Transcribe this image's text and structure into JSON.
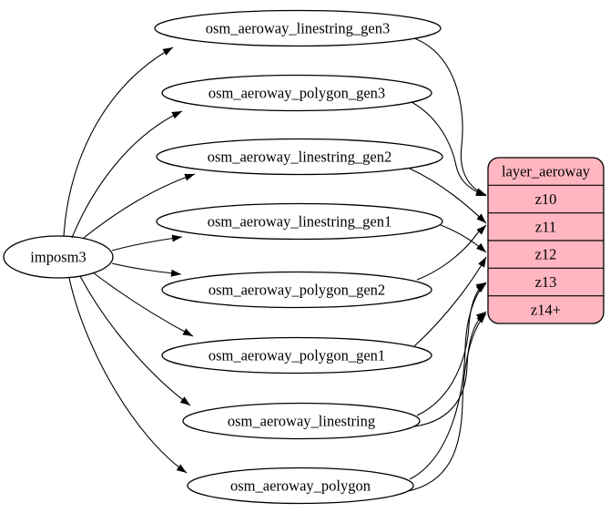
{
  "diagram": {
    "kind": "etl-graph",
    "colors": {
      "background": "#ffffff",
      "edge": "#000000",
      "node_fill": "#ffffff",
      "node_stroke": "#000000",
      "record_fill": "#ffb6c1",
      "record_stroke": "#000000",
      "text": "#000000"
    },
    "source_node": "imposm3",
    "nodes": [
      {
        "id": "imposm3",
        "label": "imposm3"
      },
      {
        "id": "osm_aeroway_linestring_gen3",
        "label": "osm_aeroway_linestring_gen3"
      },
      {
        "id": "osm_aeroway_polygon_gen3",
        "label": "osm_aeroway_polygon_gen3"
      },
      {
        "id": "osm_aeroway_linestring_gen2",
        "label": "osm_aeroway_linestring_gen2"
      },
      {
        "id": "osm_aeroway_linestring_gen1",
        "label": "osm_aeroway_linestring_gen1"
      },
      {
        "id": "osm_aeroway_polygon_gen2",
        "label": "osm_aeroway_polygon_gen2"
      },
      {
        "id": "osm_aeroway_polygon_gen1",
        "label": "osm_aeroway_polygon_gen1"
      },
      {
        "id": "osm_aeroway_linestring",
        "label": "osm_aeroway_linestring"
      },
      {
        "id": "osm_aeroway_polygon",
        "label": "osm_aeroway_polygon"
      }
    ],
    "record": {
      "id": "layer_aeroway",
      "title": "layer_aeroway",
      "rows": [
        {
          "id": "z10",
          "label": "z10"
        },
        {
          "id": "z11",
          "label": "z11"
        },
        {
          "id": "z12",
          "label": "z12"
        },
        {
          "id": "z13",
          "label": "z13"
        },
        {
          "id": "z14plus",
          "label": "z14+"
        }
      ]
    },
    "edges": [
      {
        "from": "imposm3",
        "to": "osm_aeroway_linestring_gen3"
      },
      {
        "from": "imposm3",
        "to": "osm_aeroway_polygon_gen3"
      },
      {
        "from": "imposm3",
        "to": "osm_aeroway_linestring_gen2"
      },
      {
        "from": "imposm3",
        "to": "osm_aeroway_linestring_gen1"
      },
      {
        "from": "imposm3",
        "to": "osm_aeroway_polygon_gen2"
      },
      {
        "from": "imposm3",
        "to": "osm_aeroway_polygon_gen1"
      },
      {
        "from": "imposm3",
        "to": "osm_aeroway_linestring"
      },
      {
        "from": "imposm3",
        "to": "osm_aeroway_polygon"
      },
      {
        "from": "osm_aeroway_linestring_gen3",
        "to": "z10"
      },
      {
        "from": "osm_aeroway_polygon_gen3",
        "to": "z10"
      },
      {
        "from": "osm_aeroway_linestring_gen2",
        "to": "z11"
      },
      {
        "from": "osm_aeroway_polygon_gen2",
        "to": "z11"
      },
      {
        "from": "osm_aeroway_linestring_gen1",
        "to": "z12"
      },
      {
        "from": "osm_aeroway_polygon_gen1",
        "to": "z12"
      },
      {
        "from": "osm_aeroway_linestring",
        "to": "z13"
      },
      {
        "from": "osm_aeroway_polygon",
        "to": "z13"
      },
      {
        "from": "osm_aeroway_linestring",
        "to": "z14plus"
      },
      {
        "from": "osm_aeroway_polygon",
        "to": "z14plus"
      }
    ]
  }
}
